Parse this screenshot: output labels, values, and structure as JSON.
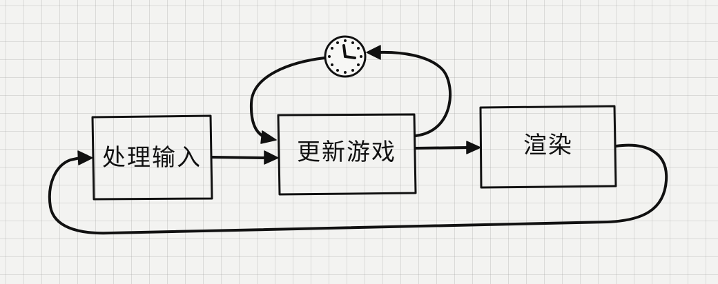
{
  "boxes": {
    "process_input": "处理输入",
    "update_game": "更新游戏",
    "render": "渲染"
  },
  "icons": {
    "timer": "clock-icon"
  },
  "colors": {
    "ink": "#111111",
    "paper": "#f3f3f1",
    "grid": "#a0a0a0"
  }
}
